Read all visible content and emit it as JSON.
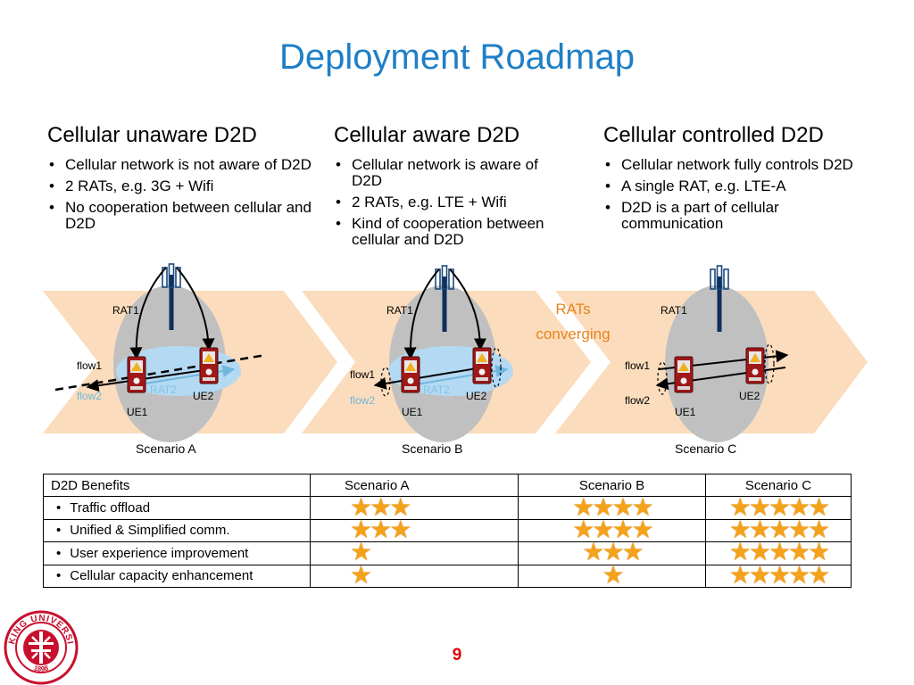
{
  "title": "Deployment Roadmap",
  "columns": [
    {
      "heading": "Cellular unaware D2D",
      "bullets": [
        "Cellular network is not aware of D2D",
        "2 RATs, e.g. 3G + Wifi",
        "No cooperation between cellular and D2D"
      ]
    },
    {
      "heading": "Cellular aware D2D",
      "bullets": [
        "Cellular network is aware of D2D",
        "2 RATs, e.g. LTE + Wifi",
        "Kind of cooperation between cellular and D2D"
      ]
    },
    {
      "heading": "Cellular controlled D2D",
      "bullets": [
        "Cellular network fully controls D2D",
        "A single RAT, e.g. LTE-A",
        "D2D is a part of cellular communication"
      ]
    }
  ],
  "diagram": {
    "rat1": "RAT1",
    "rat2": "RAT2",
    "flow1": "flow1",
    "flow2": "flow2",
    "ue1": "UE1",
    "ue2": "UE2",
    "converging_line1": "RATs",
    "converging_line2": "converging",
    "scenarios": [
      "Scenario A",
      "Scenario B",
      "Scenario C"
    ],
    "colors": {
      "arrow_band": "#fbdcbc",
      "cell": "#c0c0c0",
      "d2d_area": "#b4d9f2",
      "flow2_text": "#6fb7dd",
      "rat2_text": "#7fc7e6",
      "converging_text": "#e8841c",
      "phone": "#a01818"
    }
  },
  "table": {
    "headers": [
      "D2D Benefits",
      "Scenario A",
      "Scenario B",
      "Scenario C"
    ],
    "rows": [
      {
        "label": "Traffic offload",
        "ratings": [
          3,
          4,
          5
        ],
        "stars": [
          "★★★",
          "★★★★",
          "★★★★★"
        ]
      },
      {
        "label": "Unified & Simplified comm.",
        "ratings": [
          3,
          4,
          5
        ],
        "stars": [
          "★★★",
          "★★★★",
          "★★★★★"
        ]
      },
      {
        "label": "User experience improvement",
        "ratings": [
          1,
          3,
          5
        ],
        "stars": [
          "★",
          "★★★",
          "★★★★★"
        ]
      },
      {
        "label": "Cellular capacity enhancement",
        "ratings": [
          1,
          1,
          5
        ],
        "stars": [
          "★",
          "★",
          "★★★★★"
        ]
      }
    ],
    "star_color": "#f5a21b"
  },
  "logo": {
    "text_top": "PEKING UNIVERSITY",
    "year": "1898",
    "color": "#c8102e"
  },
  "page_number": "9"
}
